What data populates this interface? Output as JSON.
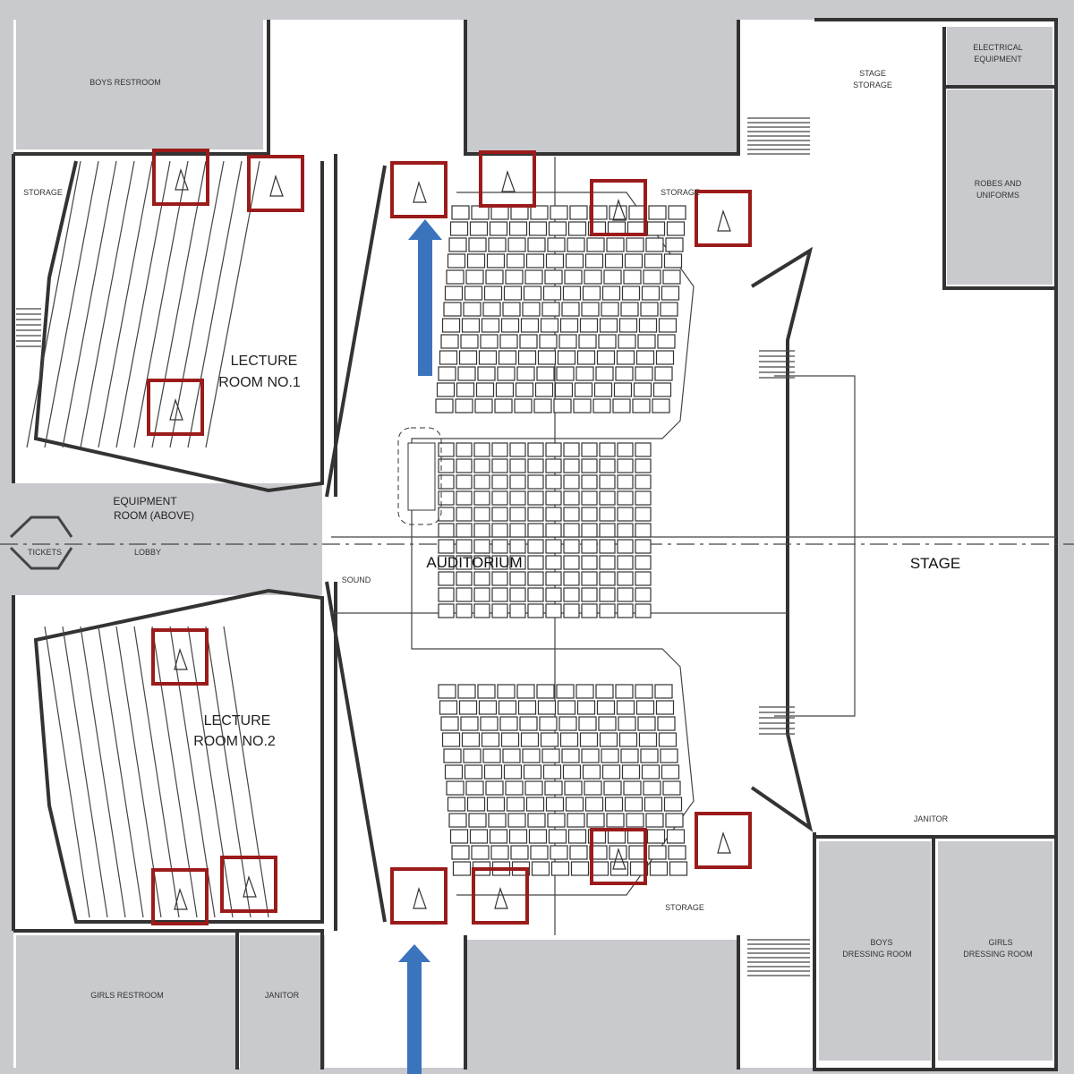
{
  "labels": {
    "lecture_room_1": [
      "LECTURE",
      "ROOM NO.1"
    ],
    "lecture_room_2": [
      "LECTURE",
      "ROOM NO.2"
    ],
    "auditorium": "AUDITORIUM",
    "stage": "STAGE",
    "equipment_room": [
      "EQUIPMENT",
      "ROOM (ABOVE)"
    ],
    "storage_left": "STORAGE",
    "storage_top": "STORAGE",
    "storage_bottom": "STORAGE",
    "stage_storage": [
      "STAGE",
      "STORAGE"
    ],
    "electrical_equipment": [
      "ELECTRICAL",
      "EQUIPMENT"
    ],
    "robes_uniforms": [
      "ROBES AND",
      "UNIFORMS"
    ],
    "boys_restroom": "BOYS RESTROOM",
    "girls_restroom": "GIRLS RESTROOM",
    "janitor_left": "JANITOR",
    "janitor_right": "JANITOR",
    "boys_dressing": [
      "BOYS",
      "DRESSING ROOM"
    ],
    "girls_dressing": [
      "GIRLS",
      "DRESSING ROOM"
    ],
    "lobby": "LOBBY",
    "ticket": "TICKETS",
    "sound": "SOUND"
  },
  "colors": {
    "marker": "#9b1b1b",
    "arrow": "#3b74bd",
    "grey_room": "#c9cacd"
  }
}
